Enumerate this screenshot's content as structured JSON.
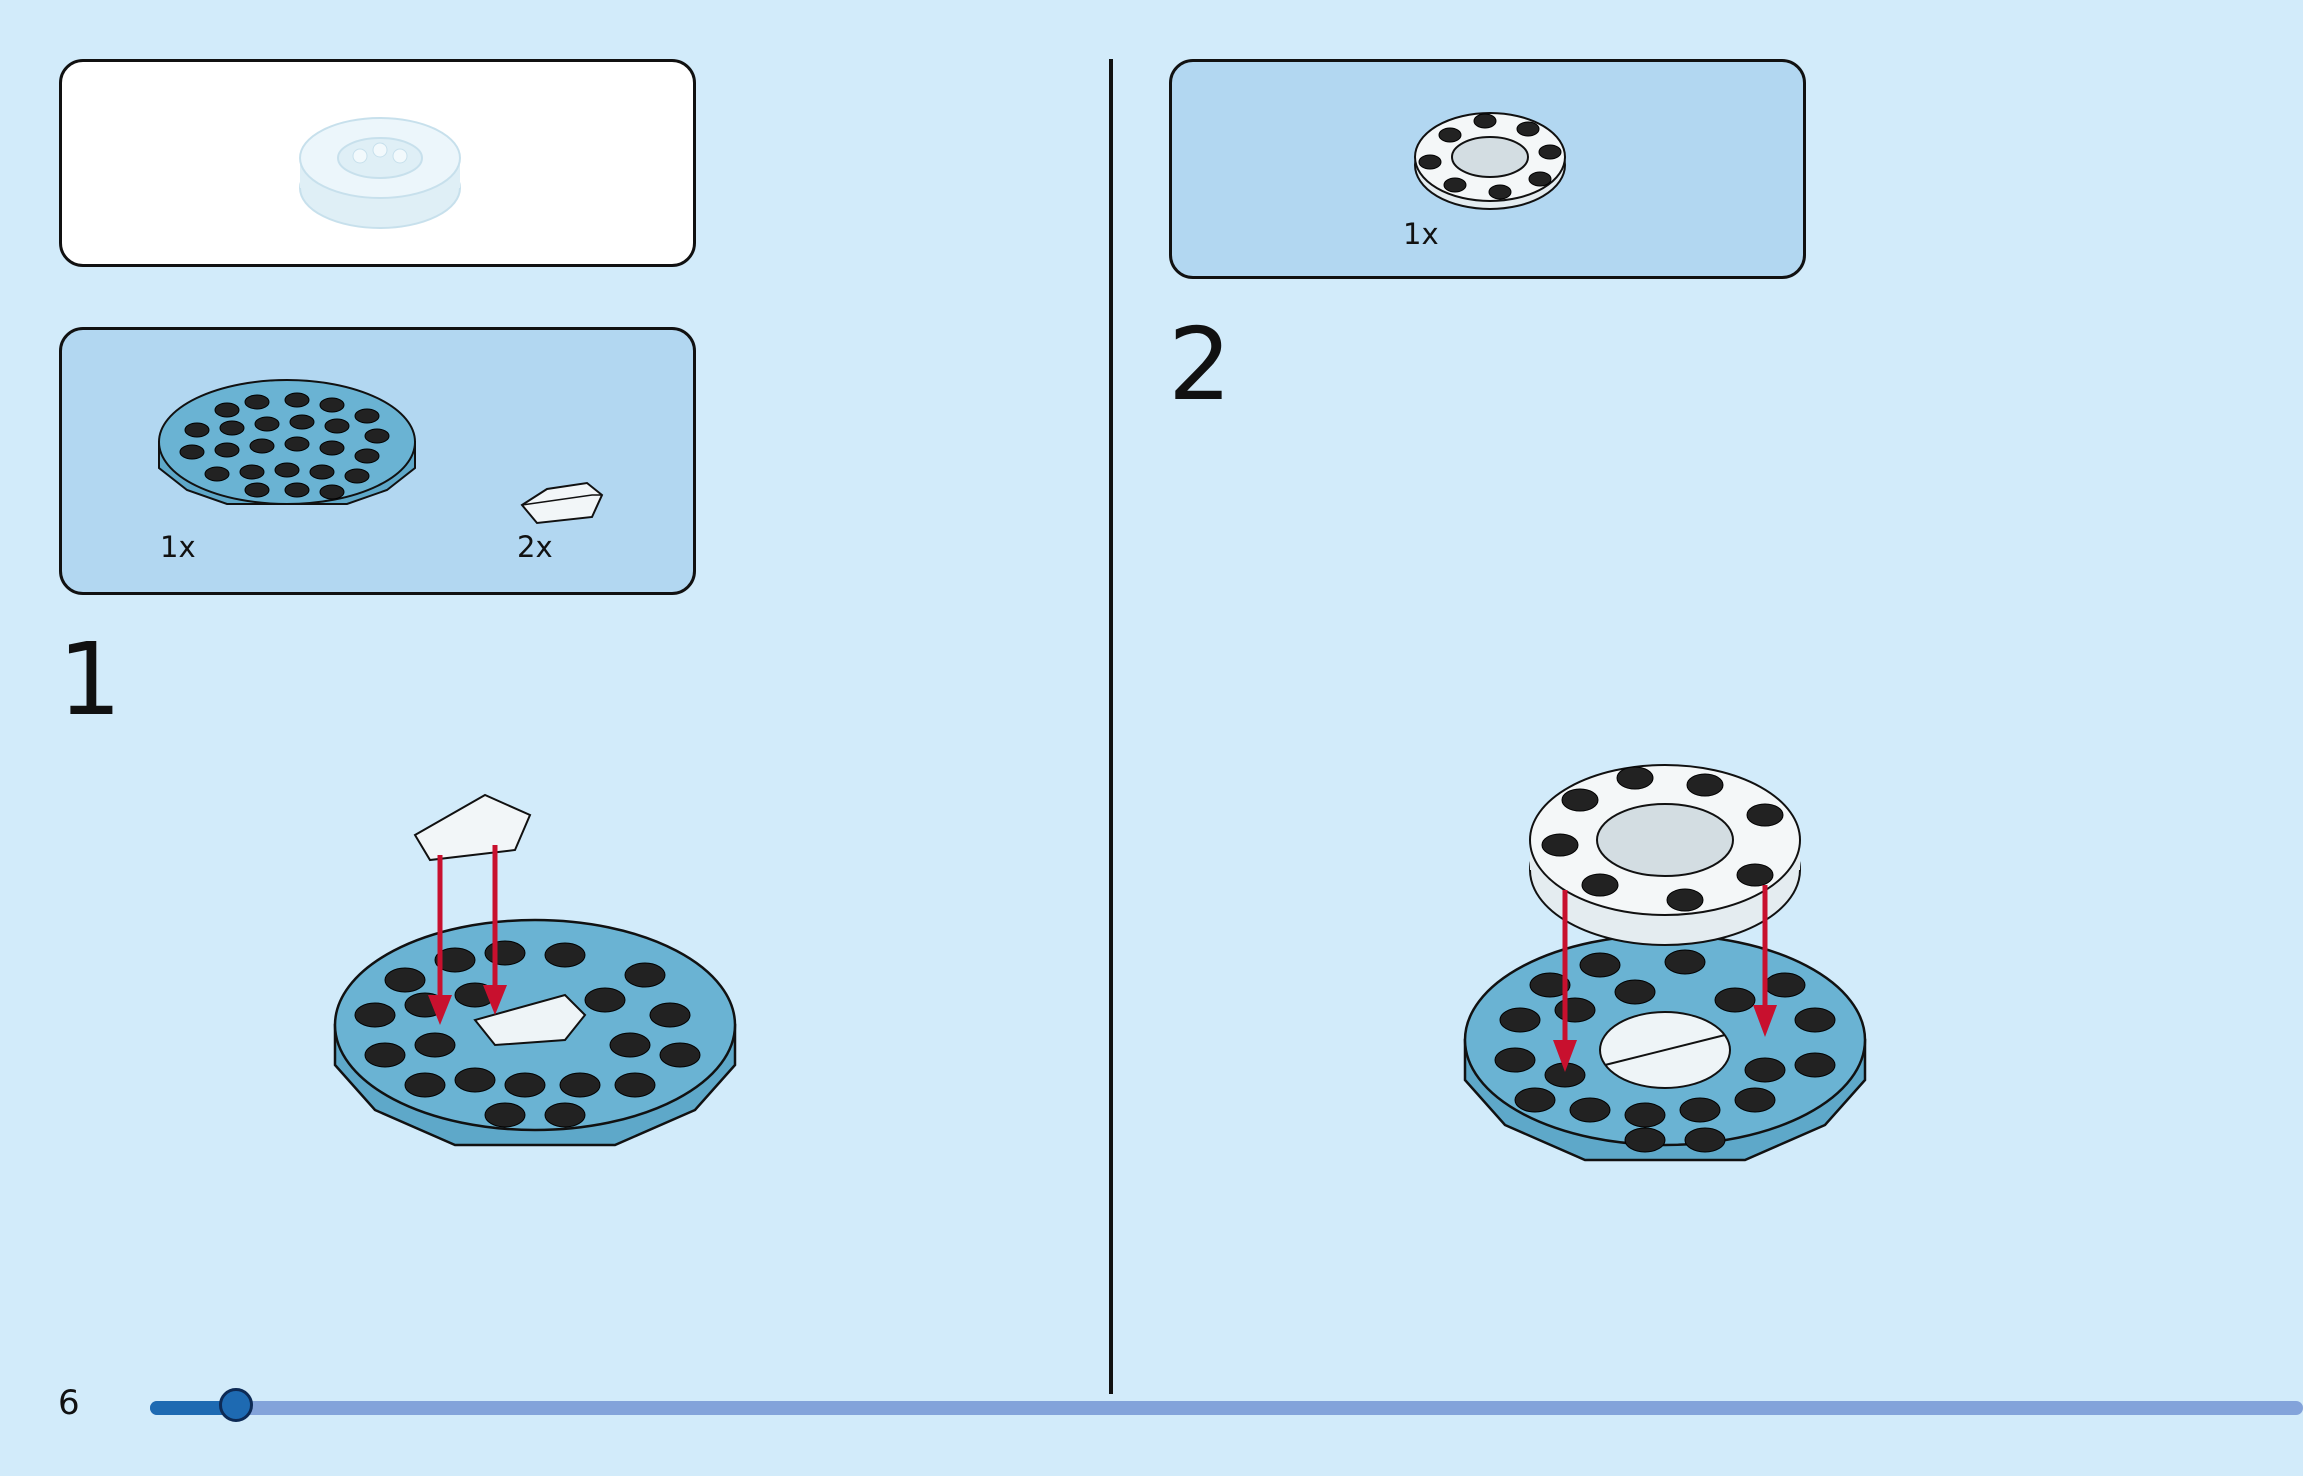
{
  "page": {
    "number": "6",
    "progress": 0.04
  },
  "colors": {
    "background": "#d2ebfa",
    "parts_box": "#b2d7f1",
    "plate": "#6ab3d3",
    "stud": "#222222",
    "arrow": "#c8102e",
    "progress_track": "#83a3da",
    "progress_fill": "#1e6ab2"
  },
  "step1": {
    "number": "1",
    "parts": [
      {
        "name": "round-plate",
        "qty": "1x"
      },
      {
        "name": "half-round-tile",
        "qty": "2x"
      }
    ]
  },
  "step2": {
    "number": "2",
    "parts": [
      {
        "name": "ring-plate",
        "qty": "1x"
      }
    ]
  }
}
